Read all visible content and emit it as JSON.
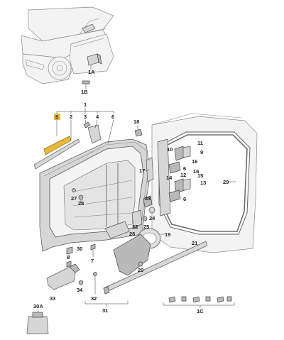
{
  "colors": {
    "highlight_part": "#e8b93a",
    "highlight_label": "#e8b93a",
    "line": "#333333",
    "part_gray": "#d6d6d6"
  },
  "labels": {
    "l1A": "1A",
    "l1B": "1B",
    "l1": "1",
    "l5": "5",
    "l2": "2",
    "l3": "3",
    "l4": "4",
    "l6": "6",
    "l18": "18",
    "l10": "10",
    "l11": "11",
    "l9": "9",
    "l16a": "16",
    "l6b": "6",
    "l12": "12",
    "l16b": "16",
    "l15": "15",
    "l14": "14",
    "l13": "13",
    "l6c": "6",
    "l29": "29",
    "l17": "17",
    "l27": "27",
    "l28": "28",
    "l23": "23",
    "l24": "24",
    "l22": "22",
    "l25": "25",
    "l26": "26",
    "l19": "19",
    "l30": "30",
    "l8": "8",
    "l7": "7",
    "l20": "20",
    "l21": "21",
    "l33": "33",
    "l34": "34",
    "l32": "32",
    "l31": "31",
    "l1C": "1C",
    "l30A": "30A"
  }
}
